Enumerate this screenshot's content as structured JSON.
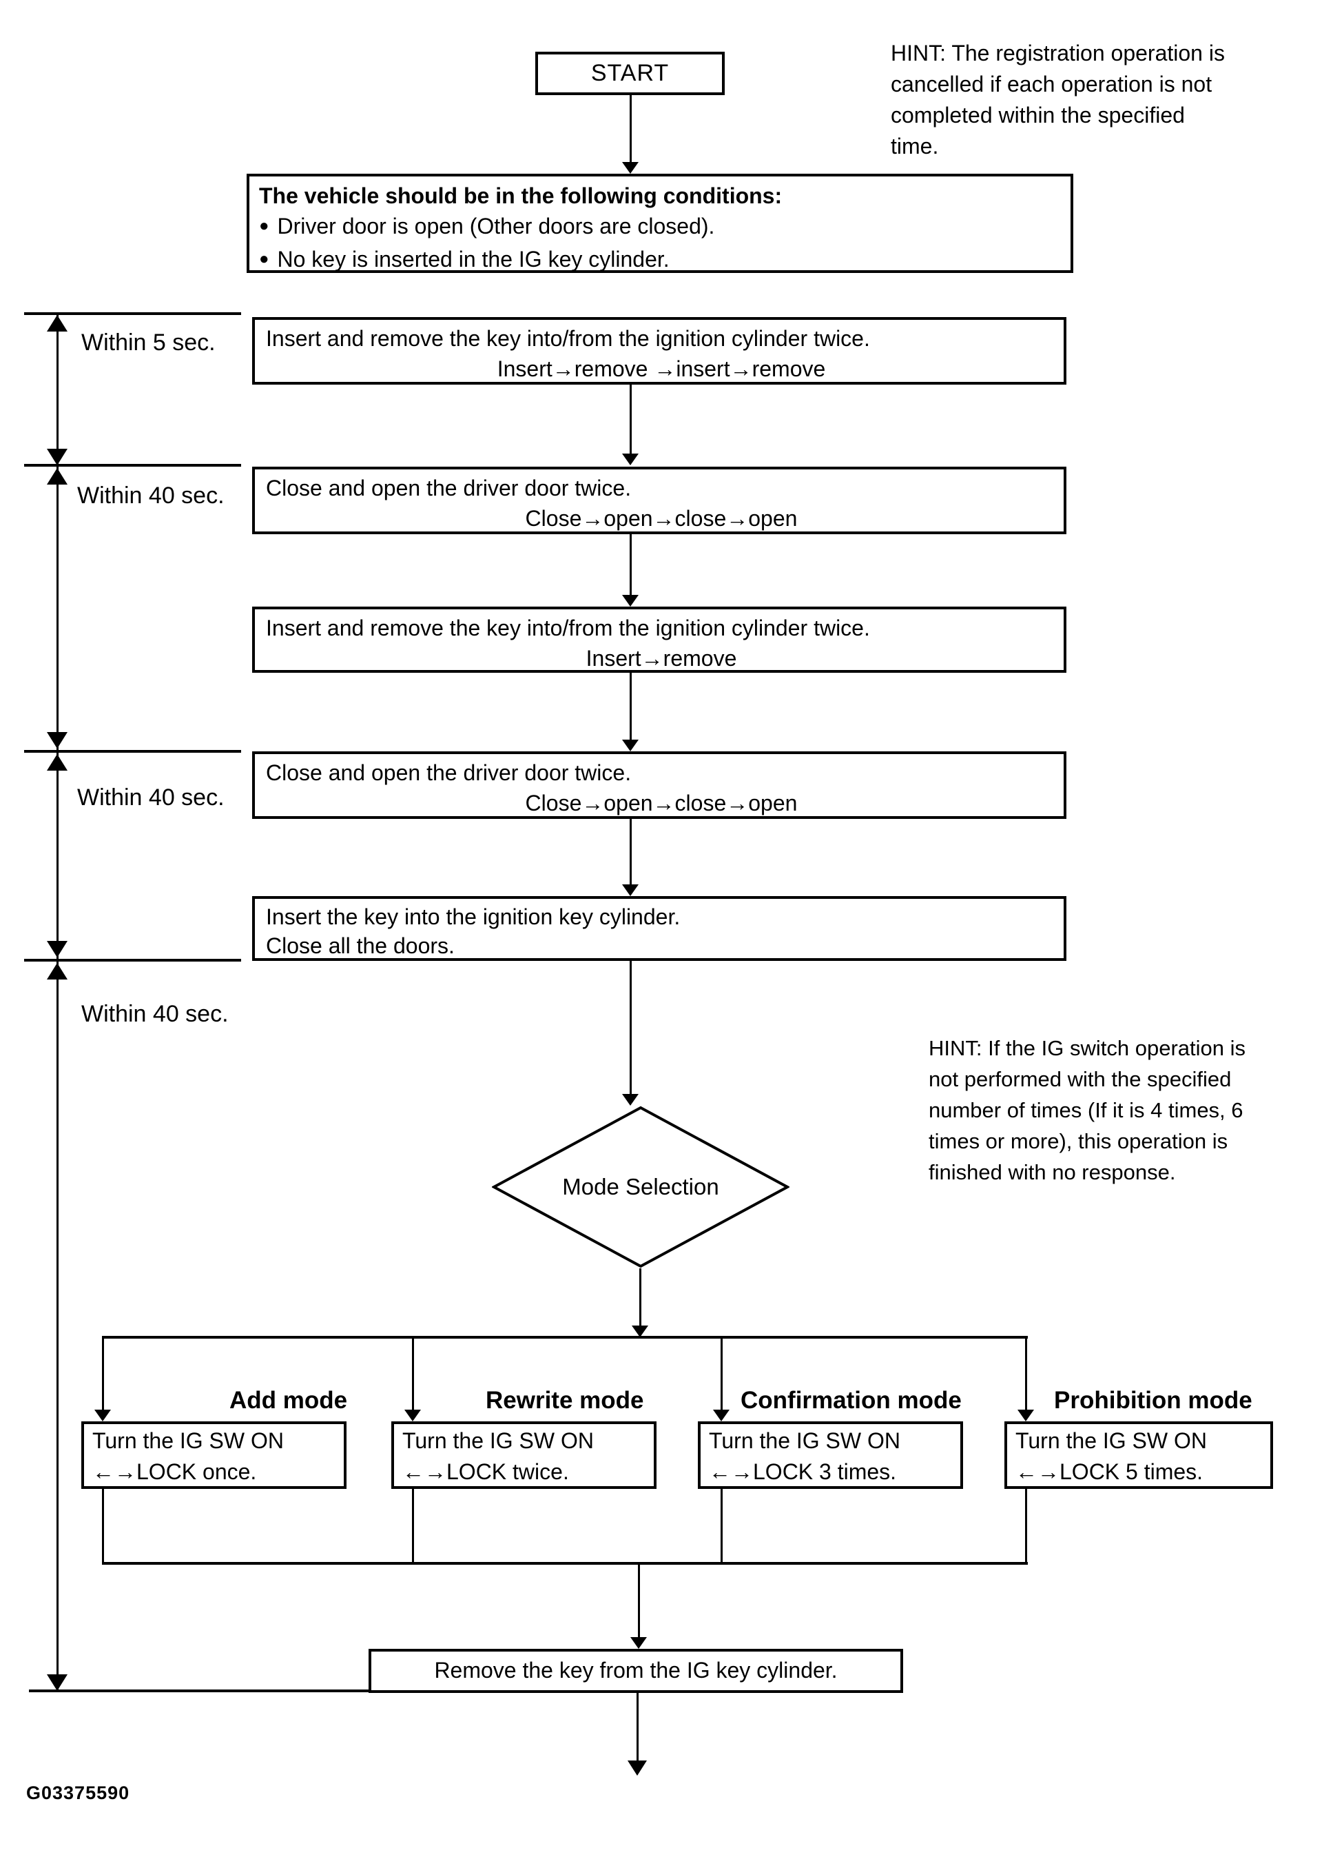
{
  "figure": {
    "code": "G03375590"
  },
  "colors": {
    "ink": "#000000",
    "paper": "#ffffff"
  },
  "start": {
    "label": "START"
  },
  "hints": {
    "top": "HINT: The registration operation is\ncancelled if each operation is not\ncompleted within the specified\ntime.",
    "mode": "HINT: If the IG switch operation is\nnot performed with the specified\nnumber of times (If it is 4 times, 6\ntimes or more), this operation is\nfinished with no response."
  },
  "conditions": {
    "title": "The vehicle should be in the following conditions:",
    "bullet": "●",
    "items": [
      "Driver door is open (Other doors are closed).",
      "No key is inserted in the IG key cylinder."
    ]
  },
  "timing": {
    "labels": [
      "Within 5 sec.",
      "Within 40 sec.",
      "Within 40 sec.",
      "Within 40 sec."
    ]
  },
  "steps": [
    {
      "line1": "Insert and remove the key into/from the ignition cylinder twice.",
      "line2": "Insert→remove →insert→remove"
    },
    {
      "line1": "Close and open the driver door twice.",
      "line2": "Close→open→close→open"
    },
    {
      "line1": "Insert and remove the key into/from the ignition cylinder twice.",
      "line2": "Insert→remove"
    },
    {
      "line1": "Close and open the driver door twice.",
      "line2": "Close→open→close→open"
    },
    {
      "line1": "Insert the key into the ignition key cylinder.",
      "line2": "Close all the doors."
    }
  ],
  "decision": {
    "label": "Mode Selection"
  },
  "modes": [
    {
      "label": "Add mode",
      "line1": "Turn the IG SW ON",
      "line2": "←→LOCK once."
    },
    {
      "label": "Rewrite mode",
      "line1": "Turn the IG SW ON",
      "line2": "←→LOCK twice."
    },
    {
      "label": "Confirmation mode",
      "line1": "Turn the IG SW ON",
      "line2": "←→LOCK 3 times."
    },
    {
      "label": "Prohibition mode",
      "line1": "Turn the IG SW ON",
      "line2": "←→LOCK 5 times."
    }
  ],
  "final_step": {
    "label": "Remove the key from the IG key cylinder."
  }
}
